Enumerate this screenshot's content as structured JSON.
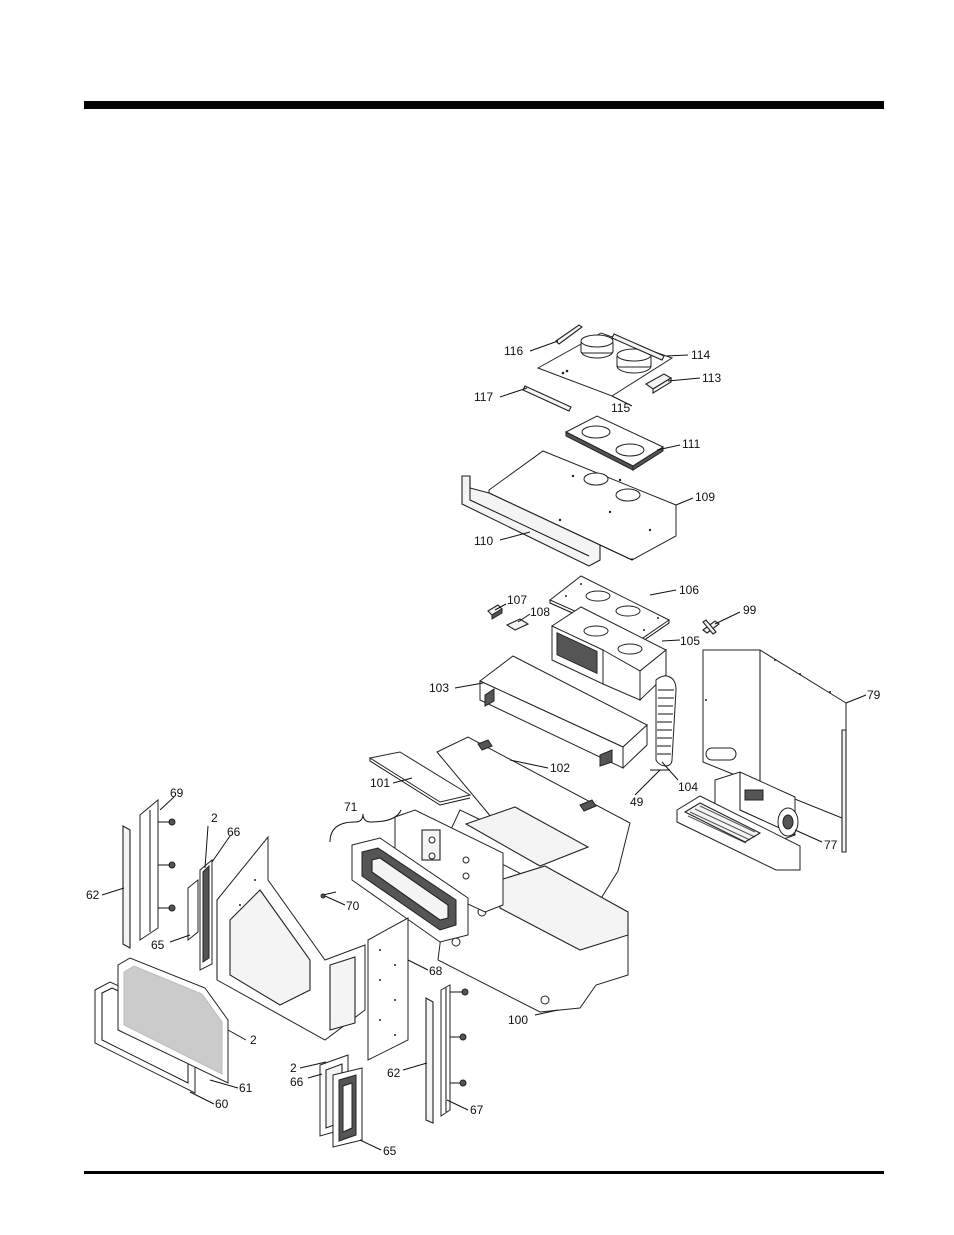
{
  "figure": {
    "description_labels": [
      {
        "id": "l116",
        "text": "116"
      },
      {
        "id": "l114",
        "text": "114"
      },
      {
        "id": "l113",
        "text": "113"
      },
      {
        "id": "l117",
        "text": "117"
      },
      {
        "id": "l115",
        "text": "115"
      },
      {
        "id": "l111",
        "text": "111"
      },
      {
        "id": "l109",
        "text": "109"
      },
      {
        "id": "l110",
        "text": "110"
      },
      {
        "id": "l106",
        "text": "106"
      },
      {
        "id": "l107",
        "text": "107"
      },
      {
        "id": "l108",
        "text": "108"
      },
      {
        "id": "l99",
        "text": "99"
      },
      {
        "id": "l105",
        "text": "105"
      },
      {
        "id": "l103",
        "text": "103"
      },
      {
        "id": "l79",
        "text": "79"
      },
      {
        "id": "l101",
        "text": "101"
      },
      {
        "id": "l102",
        "text": "102"
      },
      {
        "id": "l49",
        "text": "49"
      },
      {
        "id": "l104",
        "text": "104"
      },
      {
        "id": "l71",
        "text": "71"
      },
      {
        "id": "l69",
        "text": "69"
      },
      {
        "id": "l2a",
        "text": "2"
      },
      {
        "id": "l66a",
        "text": "66"
      },
      {
        "id": "l77",
        "text": "77"
      },
      {
        "id": "l62a",
        "text": "62"
      },
      {
        "id": "l70",
        "text": "70"
      },
      {
        "id": "l65a",
        "text": "65"
      },
      {
        "id": "l68",
        "text": "68"
      },
      {
        "id": "l100",
        "text": "100"
      },
      {
        "id": "l2b",
        "text": "2"
      },
      {
        "id": "l61",
        "text": "61"
      },
      {
        "id": "l60",
        "text": "60"
      },
      {
        "id": "l2c",
        "text": "2"
      },
      {
        "id": "l66b",
        "text": "66"
      },
      {
        "id": "l62b",
        "text": "62"
      },
      {
        "id": "l67",
        "text": "67"
      },
      {
        "id": "l65b",
        "text": "65"
      }
    ]
  }
}
